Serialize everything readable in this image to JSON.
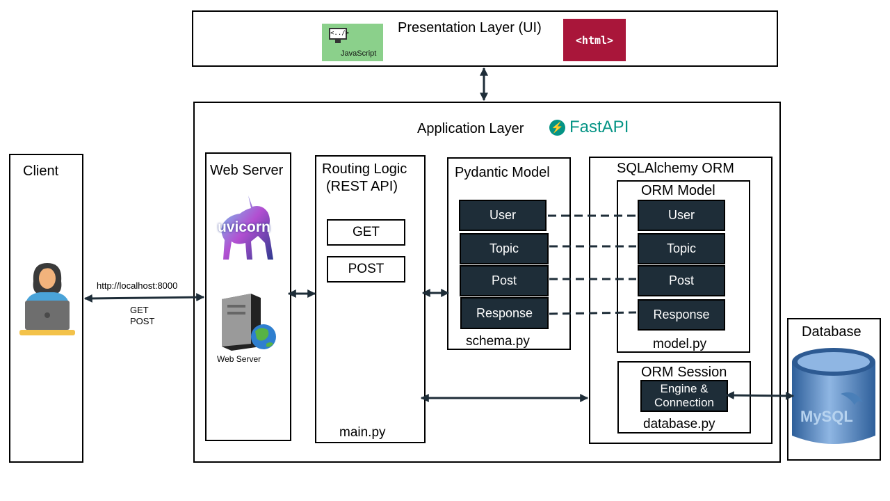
{
  "presentation": {
    "title": "Presentation Layer (UI)",
    "js_logo_text": "JavaScript",
    "js_logo_code": "<../>",
    "html_logo_text": "<html>"
  },
  "application": {
    "title": "Application Layer",
    "fastapi_logo_text": "FastAPI"
  },
  "client": {
    "title": "Client",
    "url": "http://localhost:8000",
    "method_get": "GET",
    "method_post": "POST"
  },
  "web_server": {
    "title": "Web Server",
    "uvicorn_logo_text": "uvicorn",
    "icon_caption": "Web Server"
  },
  "routing": {
    "title_line1": "Routing Logic",
    "title_line2": "(REST API)",
    "get_label": "GET",
    "post_label": "POST",
    "file": "main.py"
  },
  "pydantic": {
    "title": "Pydantic Model",
    "items": [
      "User",
      "Topic",
      "Post",
      "Response"
    ],
    "file": "schema.py"
  },
  "sqlalchemy": {
    "title": "SQLAlchemy  ORM",
    "orm_model": {
      "title": "ORM Model",
      "items": [
        "User",
        "Topic",
        "Post",
        "Response"
      ],
      "file": "model.py"
    },
    "orm_session": {
      "title": "ORM Session",
      "engine_line1": "Engine &",
      "engine_line2": "Connection",
      "file": "database.py"
    }
  },
  "database": {
    "title": "Database",
    "logo_text": "MySQL"
  },
  "colors": {
    "node_dark": "#1e2d38",
    "connector": "#1e2d38",
    "fastapi_teal": "#059485",
    "html_red": "#a9163a",
    "js_green": "#8bd08b"
  }
}
